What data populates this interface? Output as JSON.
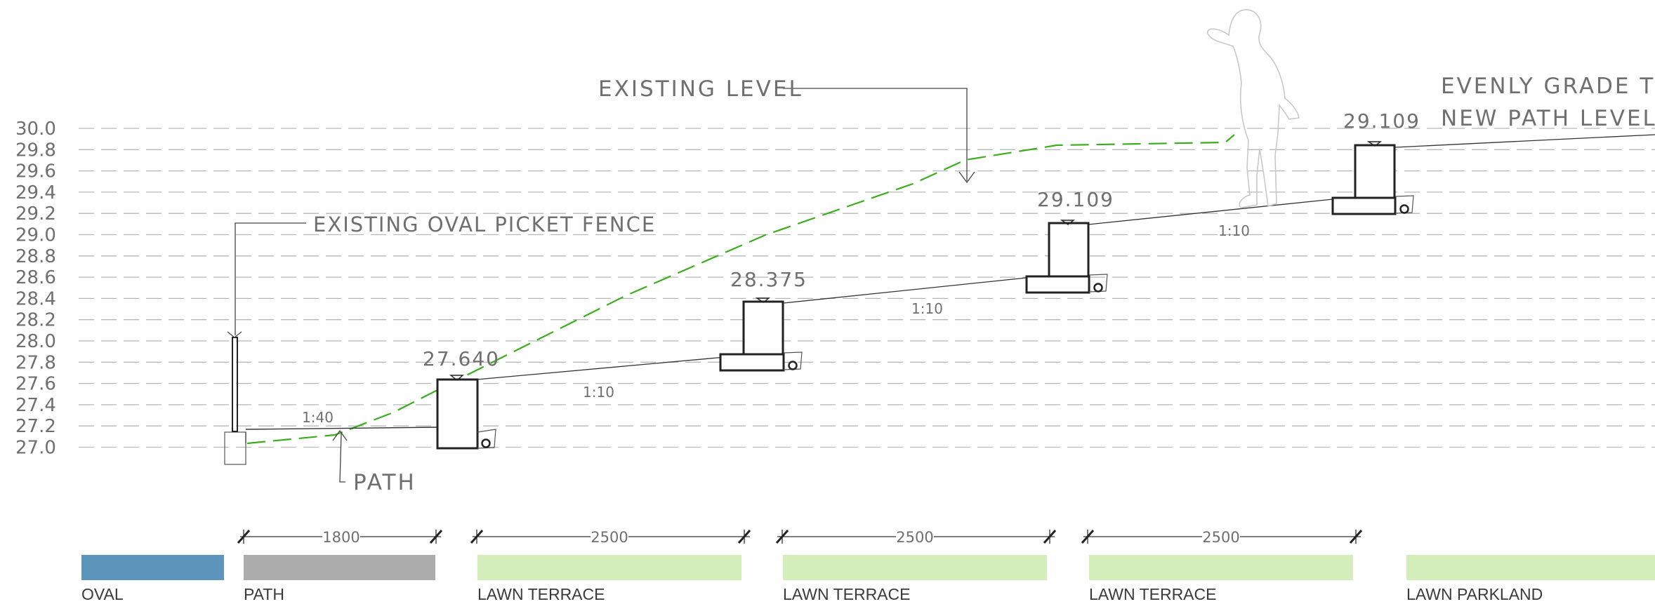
{
  "levels": [
    "30.0",
    "29.8",
    "29.6",
    "29.4",
    "29.2",
    "29.0",
    "28.8",
    "28.6",
    "28.4",
    "28.2",
    "28.0",
    "27.8",
    "27.6",
    "27.4",
    "27.2",
    "27.0"
  ],
  "annotations": {
    "existing_level": "EXISTING LEVEL",
    "existing_fence": "EXISTING OVAL PICKET FENCE",
    "path": "PATH",
    "evenly_grade_line1": "EVENLY GRADE TO",
    "evenly_grade_line2": "NEW PATH LEVEL"
  },
  "spot_levels": [
    "27.640",
    "28.375",
    "29.109",
    "29.109"
  ],
  "gradients": [
    "1:40",
    "1:10",
    "1:10",
    "1:10"
  ],
  "dimensions": [
    "1800",
    "2500",
    "2500",
    "2500"
  ],
  "legend": [
    {
      "label": "OVAL",
      "color": "#5b95bb"
    },
    {
      "label": "PATH",
      "color": "#acacac"
    },
    {
      "label": "LAWN TERRACE",
      "color": "#d3edbb"
    },
    {
      "label": "LAWN TERRACE",
      "color": "#d3edbb"
    },
    {
      "label": "LAWN TERRACE",
      "color": "#d3edbb"
    },
    {
      "label": "LAWN PARKLAND",
      "color": "#d3edbb"
    }
  ],
  "colors": {
    "existing_level_line": "#3aae1e",
    "grid": "#b7b7b7",
    "ink": "#222222",
    "figure": "#c8c8c8"
  }
}
